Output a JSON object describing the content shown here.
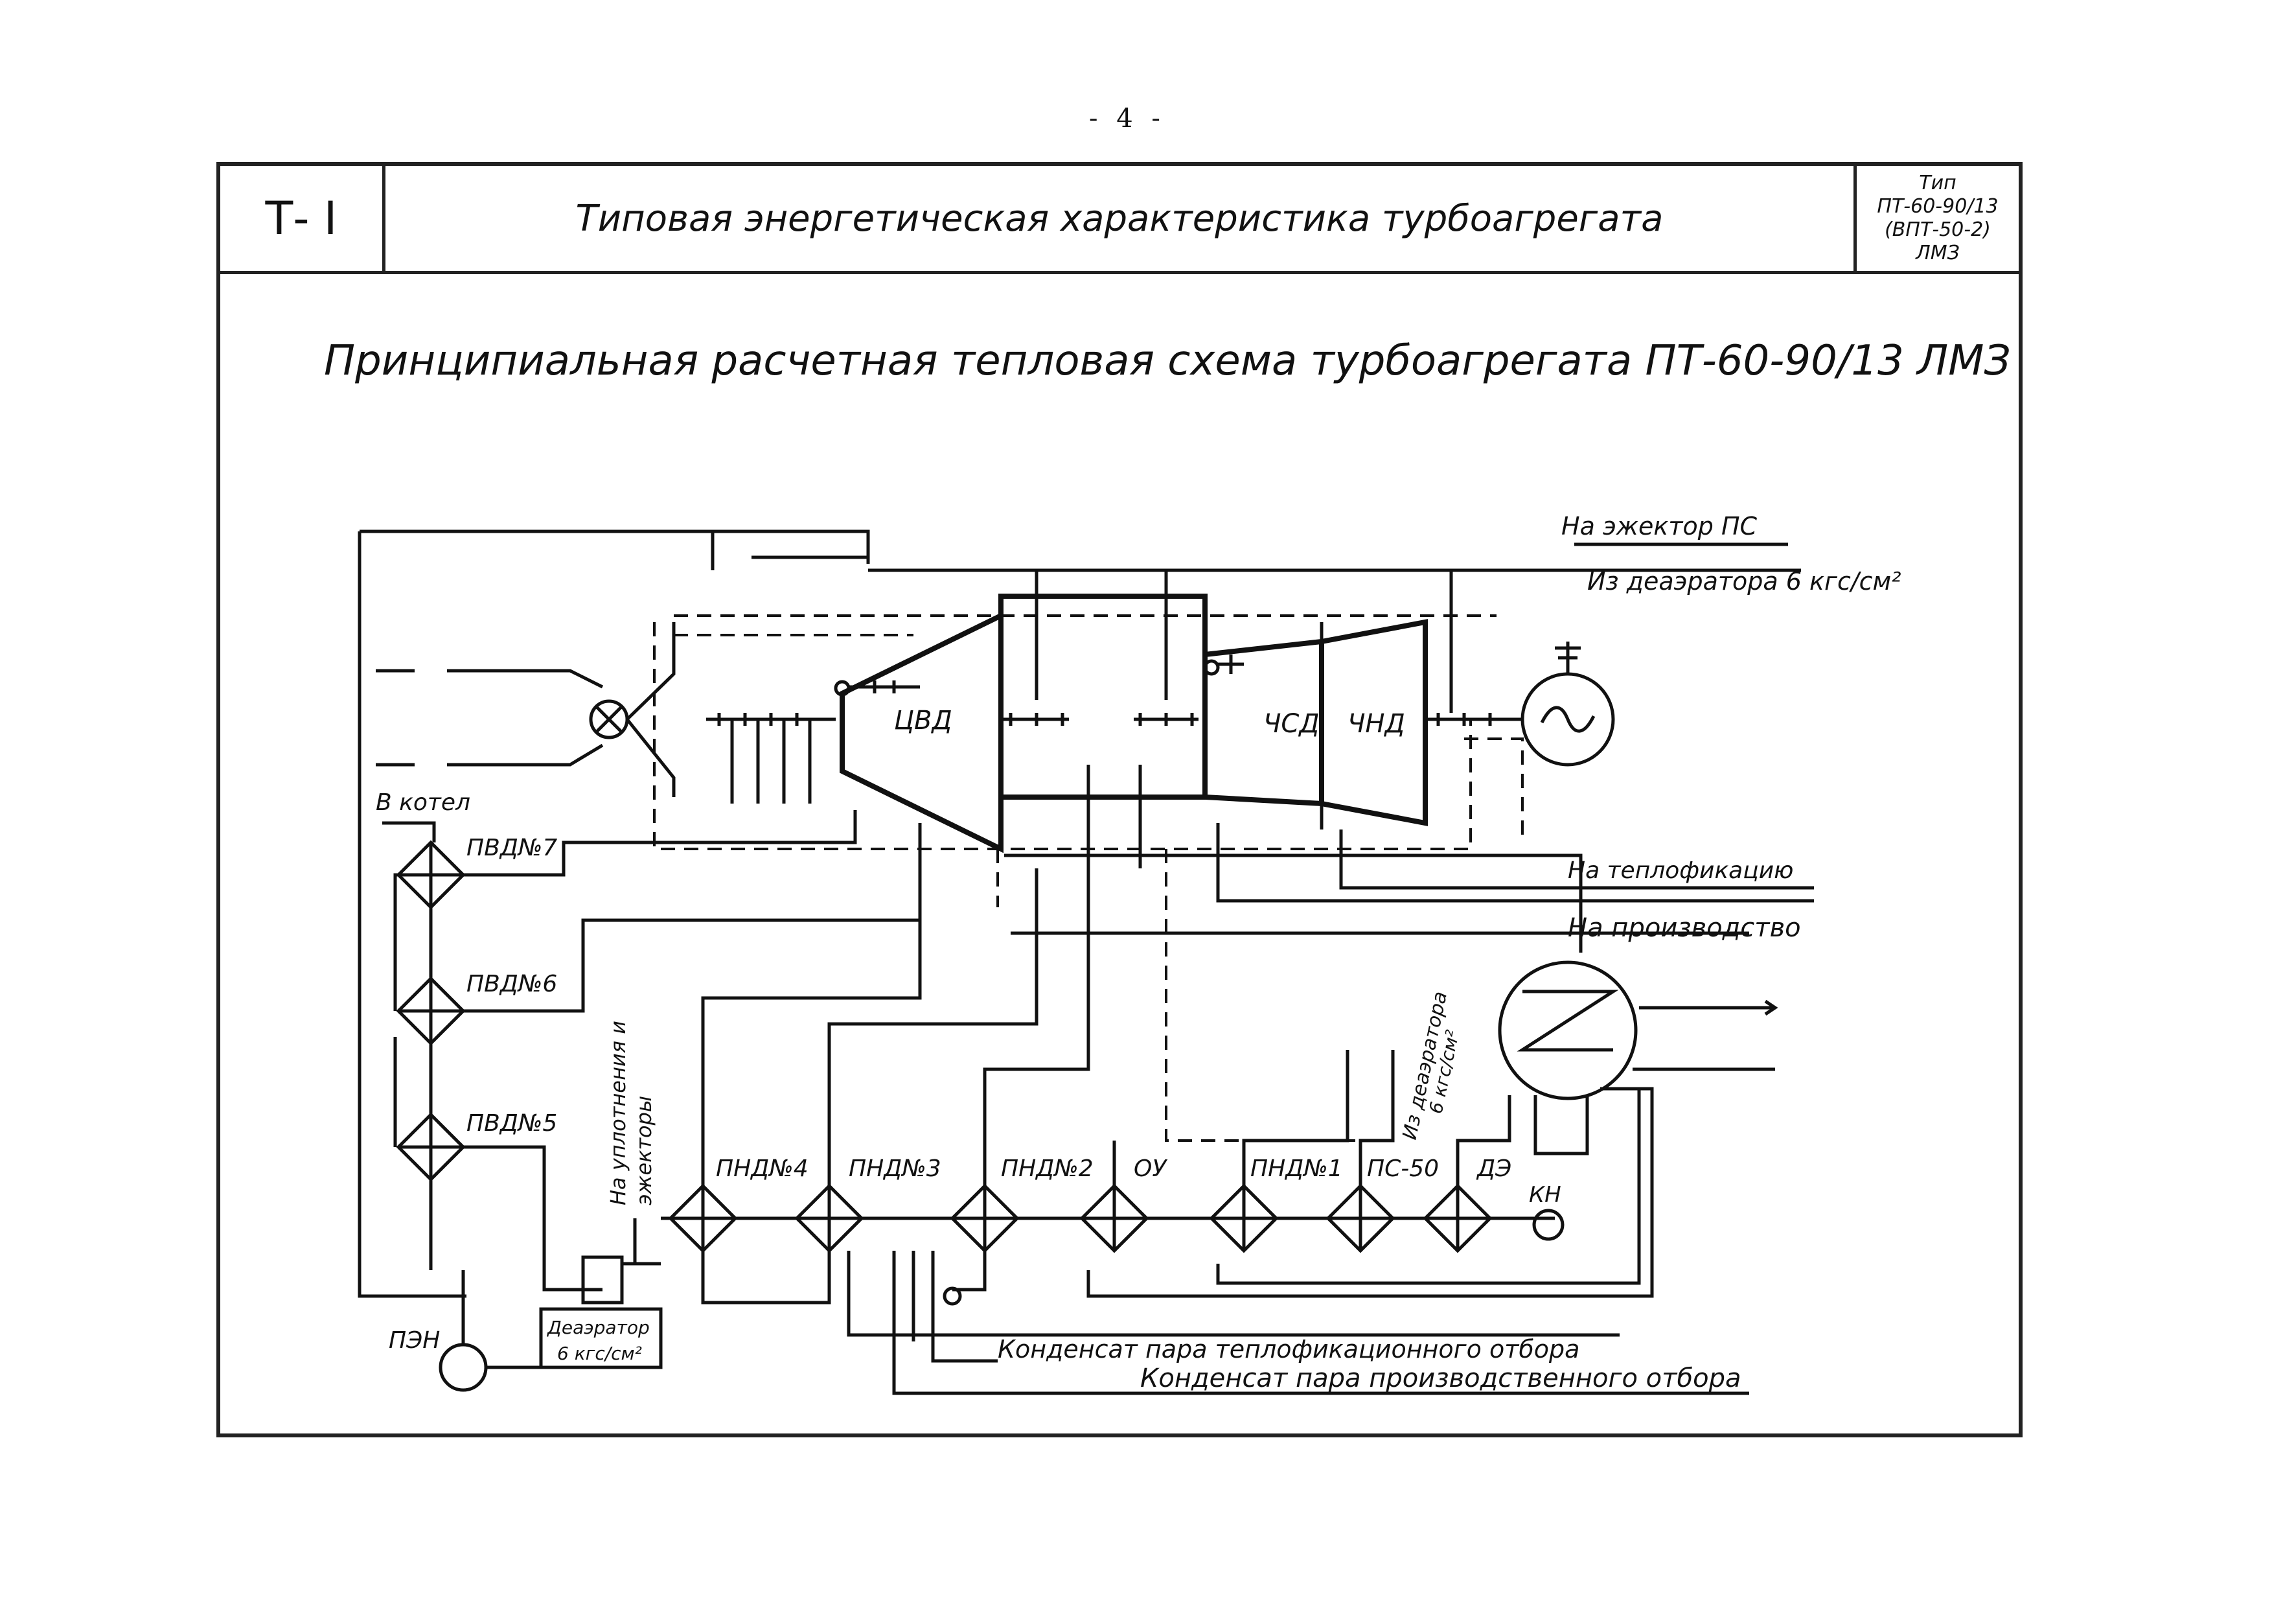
{
  "page_number": "- 4 -",
  "header": {
    "code": "Т- I",
    "title": "Типовая энергетическая характеристика турбоагрегата",
    "type_lines": [
      "Тип",
      "ПТ-60-90/13",
      "(ВПТ-50-2)",
      "ЛМЗ"
    ]
  },
  "scheme_title": "Принципиальная расчетная тепловая схема турбоагрегата ПТ-60-90/13 ЛМЗ",
  "labels": {
    "ejector_ps": "На эжектор ПС",
    "from_deaerator_6": "Из деаэратора 6 кгс/см²",
    "cvd": "ЦВД",
    "csd": "ЧСД",
    "cnd": "ЧНД",
    "to_boiler": "В котел",
    "pvd7": "ПВД№7",
    "pvd6": "ПВД№6",
    "pvd5": "ПВД№5",
    "pen": "ПЭН",
    "deaerator_line1": "Деаэратор",
    "deaerator_line2": "6 кгс/см²",
    "seals_line1": "На уплотнения и",
    "seals_line2": "эжекторы",
    "pnd4": "ПНД№4",
    "pnd3": "ПНД№3",
    "pnd2": "ПНД№2",
    "ou": "ОУ",
    "pnd1": "ПНД№1",
    "ps50": "ПС-50",
    "de": "ДЭ",
    "kn": "КН",
    "from_deaerator_side_line1": "Из деаэратора",
    "from_deaerator_side_line2": "6 кгс/см²",
    "to_heating": "На теплофикацию",
    "to_production": "На производство",
    "condensate_heating": "Конденсат пара теплофикационного отбора",
    "condensate_production": "Конденсат пара производственного отбора"
  }
}
